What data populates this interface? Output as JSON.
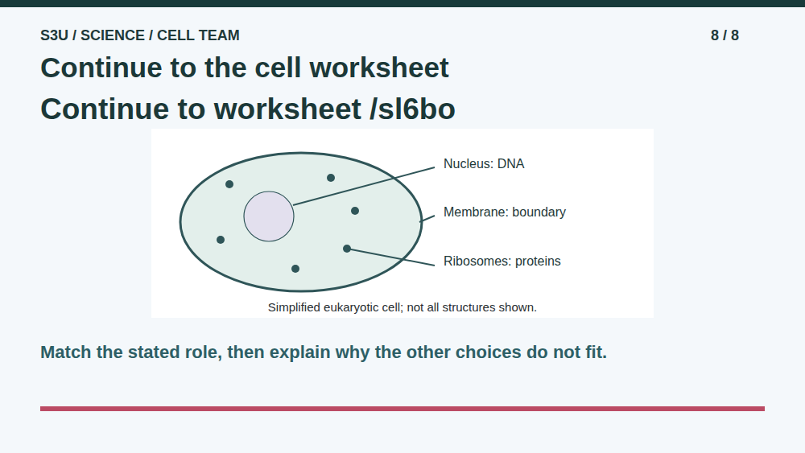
{
  "diagram": {
    "title": "Continue to the cell worksheet",
    "caption": "Simplified eukaryotic cell; not all structures shown.",
    "labels": [
      "S3U / SCIENCE / CELL TEAM",
      "8 / 8",
      "Continue to worksheet /sl6bo",
      "Nucleus: DNA",
      "Membrane: boundary",
      "Ribosomes: proteins",
      "Match the stated role, then explain why the other choices do not fit."
    ]
  }
}
